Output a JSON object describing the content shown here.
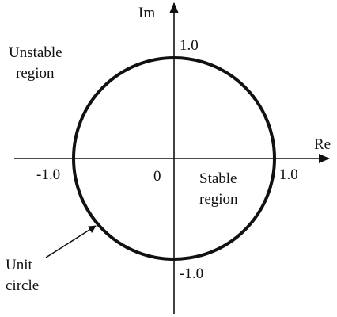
{
  "diagram": {
    "axis_labels": {
      "imaginary": "Im",
      "real": "Re"
    },
    "ticks": {
      "im_pos": "1.0",
      "im_neg": "-1.0",
      "re_pos": "1.0",
      "re_neg": "-1.0",
      "origin": "0"
    },
    "regions": {
      "unstable_line1": "Unstable",
      "unstable_line2": "region",
      "stable_line1": "Stable",
      "stable_line2": "region"
    },
    "unit_circle_label": {
      "line1": "Unit",
      "line2": "circle"
    },
    "colors": {
      "stroke": "#111111",
      "background": "#ffffff"
    }
  }
}
